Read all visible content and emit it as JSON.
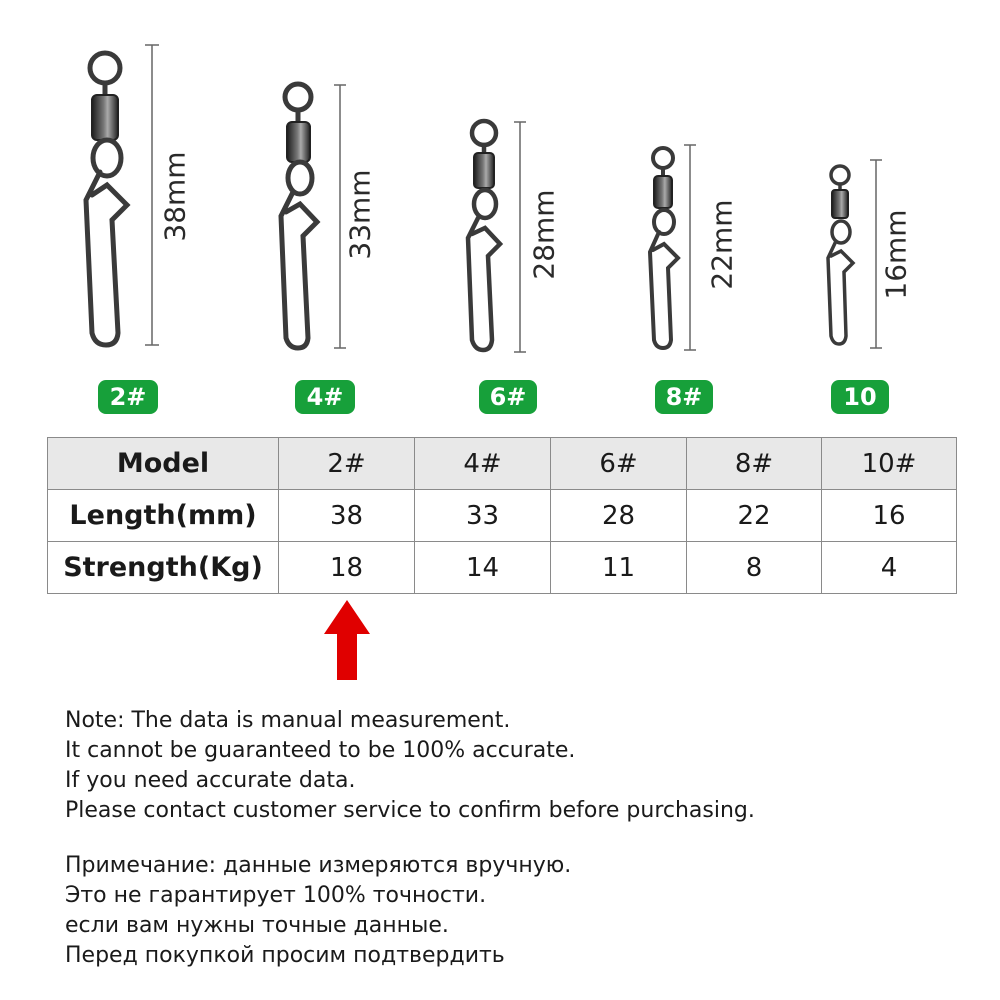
{
  "products": [
    {
      "badge": "2#",
      "length_label": "38mm"
    },
    {
      "badge": "4#",
      "length_label": "33mm"
    },
    {
      "badge": "6#",
      "length_label": "28mm"
    },
    {
      "badge": "8#",
      "length_label": "22mm"
    },
    {
      "badge": "10",
      "length_label": "16mm"
    }
  ],
  "badge_color": "#17a03a",
  "arrow_color": "#e00000",
  "table": {
    "rows": [
      {
        "header": "Model",
        "cells": [
          "2#",
          "4#",
          "6#",
          "8#",
          "10#"
        ]
      },
      {
        "header": "Length(mm)",
        "cells": [
          "38",
          "33",
          "28",
          "22",
          "16"
        ]
      },
      {
        "header": "Strength(Kg)",
        "cells": [
          "18",
          "14",
          "11",
          "8",
          "4"
        ]
      }
    ]
  },
  "note_en": [
    "Note: The data is manual measurement.",
    "It cannot be guaranteed to be 100% accurate.",
    "If you need accurate data.",
    "Please contact customer service to confirm before purchasing."
  ],
  "note_ru": [
    "Примечание: данные измеряются вручную.",
    "Это не гарантирует 100% точности.",
    "если вам нужны точные данные.",
    "Перед покупкой просим подтвердить"
  ]
}
